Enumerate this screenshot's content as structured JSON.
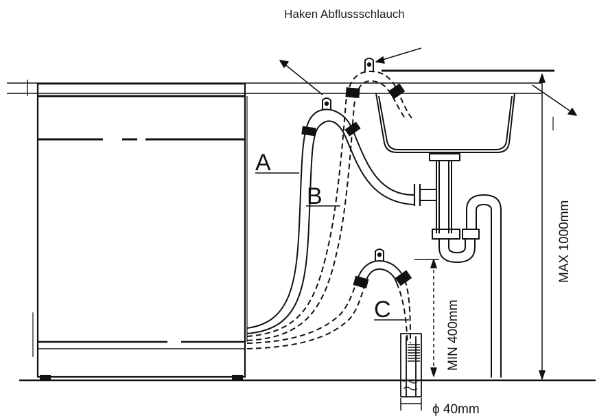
{
  "title": "Haken Abflussschlauch",
  "labels": {
    "a": "A",
    "b": "B",
    "c": "C",
    "max_height": "MAX 1000mm",
    "min_height": "MIN 400mm",
    "diameter": "ϕ 40mm"
  },
  "colors": {
    "line": "#111111",
    "background": "#ffffff"
  }
}
